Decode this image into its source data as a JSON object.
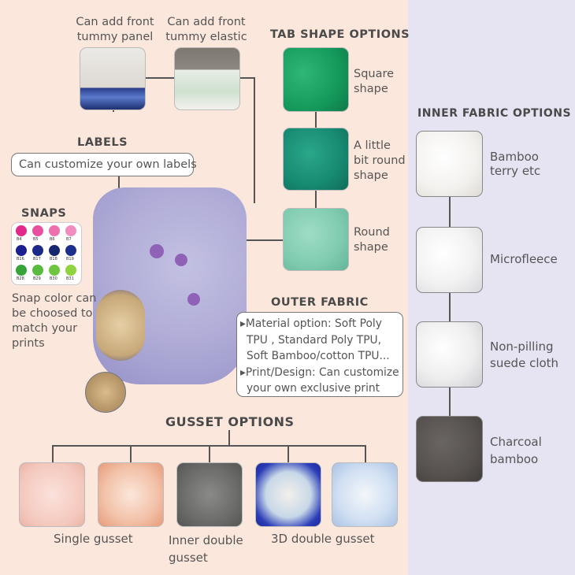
{
  "front": {
    "panel_text": "Can add front tummy panel",
    "panel_l1": "Can add front",
    "panel_l2": "tummy panel",
    "elastic_l1": "Can add front",
    "elastic_l2": "tummy elastic"
  },
  "tab_shape": {
    "title": "TAB SHAPE OPTIONS",
    "square_l1": "Square",
    "square_l2": "shape",
    "round_little_l1": "A little",
    "round_little_l2": "bit round",
    "round_little_l3": "shape",
    "round_l1": "Round",
    "round_l2": "shape"
  },
  "labels": {
    "title": "LABELS",
    "text": "Can customize your own labels"
  },
  "snaps": {
    "title": "SNAPS",
    "desc_l1": "Snap color can",
    "desc_l2": "be choosed to",
    "desc_l3": "match your",
    "desc_l4": "prints",
    "codes": [
      "B4",
      "B5",
      "B6",
      "B7",
      "B16",
      "B17",
      "B18",
      "B19",
      "B28",
      "B29",
      "B30",
      "B31"
    ],
    "colors": [
      "#e0298b",
      "#e8509f",
      "#ee6fae",
      "#f08cc0",
      "#1b1f8f",
      "#1c2a8a",
      "#17276e",
      "#1d2f8c",
      "#37a43a",
      "#58bb3d",
      "#6ec53f",
      "#8fd43f"
    ]
  },
  "outer_fabric": {
    "title": "OUTER FABRIC",
    "l1": "▸Material option: Soft Poly",
    "l2": "TPU , Standard Poly TPU,",
    "l3": "Soft Bamboo/cotton TPU...",
    "l4": "▸Print/Design: Can customize",
    "l5": "your own exclusive print"
  },
  "gusset": {
    "title": "GUSSET OPTIONS",
    "single": "Single gusset",
    "inner_l1": "Inner double",
    "inner_l2": "gusset",
    "three_d": "3D double gusset"
  },
  "inner_fabric": {
    "title": "INNER FABRIC OPTIONS",
    "bamboo_l1": "Bamboo",
    "bamboo_l2": "terry etc",
    "microfleece": "Microfleece",
    "suede_l1": "Non-pilling",
    "suede_l2": "suede cloth",
    "charcoal_l1": "Charcoal",
    "charcoal_l2": "bamboo"
  }
}
